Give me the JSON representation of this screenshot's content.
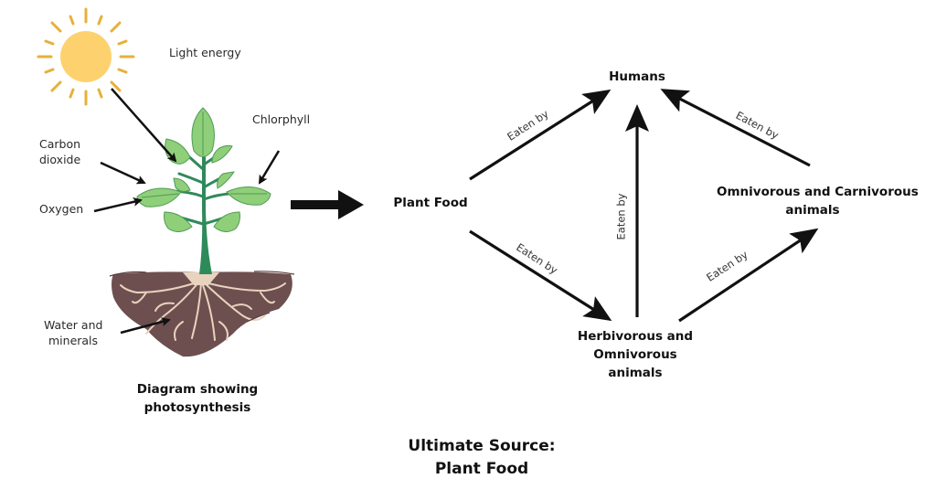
{
  "left_panel": {
    "labels": {
      "light_energy": "Light energy",
      "carbon_dioxide_line1": "Carbon",
      "carbon_dioxide_line2": "dioxide",
      "oxygen": "Oxygen",
      "chlorophyll": "Chlorphyll",
      "water_line1": "Water and",
      "water_line2": "minerals"
    },
    "caption_line1": "Diagram showing",
    "caption_line2": "photosynthesis",
    "colors": {
      "sun": "#fdd26e",
      "sun_rays": "#e5b13a",
      "leaf": "#8fcf79",
      "leaf_vein": "#4f9a57",
      "stem": "#2f8a5a",
      "soil": "#6e4f4f",
      "roots": "#e8d3bf"
    }
  },
  "food_chain": {
    "nodes": {
      "plant_food": "Plant Food",
      "humans": "Humans",
      "herbivorous_line1": "Herbivorous and",
      "herbivorous_line2": "Omnivorous",
      "herbivorous_line3": "animals",
      "omnivorous_line1": "Omnivorous and Carnivorous",
      "omnivorous_line2": "animals"
    },
    "edges": [
      {
        "from": "Plant Food",
        "to": "Humans",
        "label": "Eaten by"
      },
      {
        "from": "Plant Food",
        "to": "Herbivorous and Omnivorous animals",
        "label": "Eaten by"
      },
      {
        "from": "Herbivorous and Omnivorous animals",
        "to": "Humans",
        "label": "Eaten by"
      },
      {
        "from": "Herbivorous and Omnivorous animals",
        "to": "Omnivorous and Carnivorous animals",
        "label": "Eaten by"
      },
      {
        "from": "Omnivorous and Carnivorous animals",
        "to": "Humans",
        "label": "Eaten by"
      }
    ]
  },
  "footer": {
    "line1": "Ultimate Source:",
    "line2": "Plant Food"
  }
}
